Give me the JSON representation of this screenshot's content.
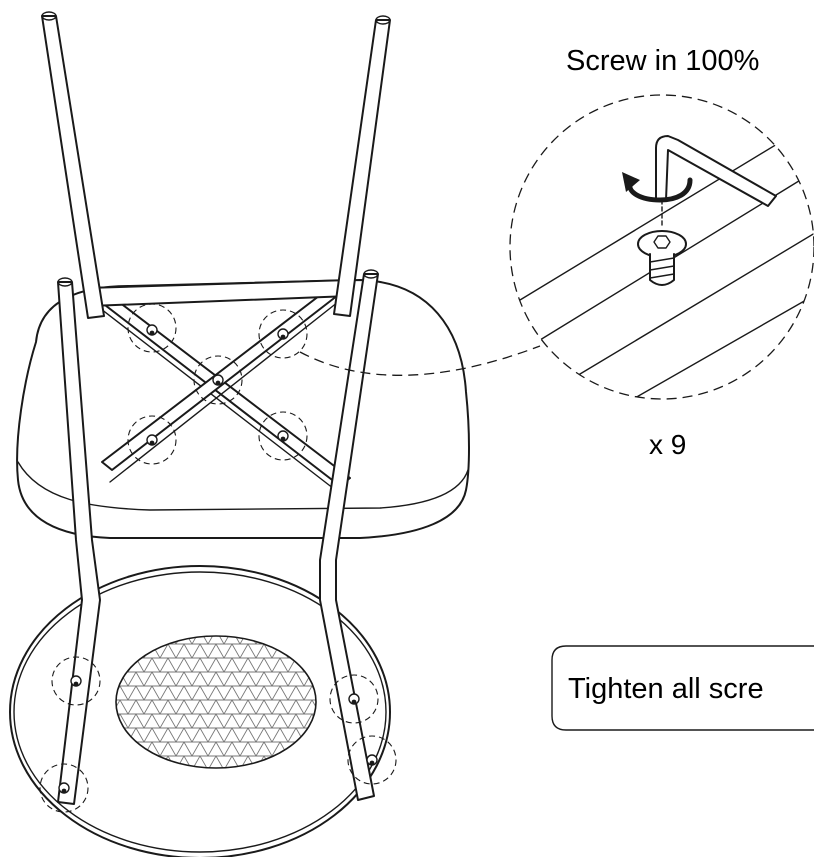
{
  "instruction": {
    "screw_in_text": "Screw in 100%",
    "quantity_text": "x 9",
    "tighten_text": "Tighten all scre"
  },
  "icons": {
    "hex_key": "allen-key-icon",
    "rotation": "clockwise-rotation-arrow-icon",
    "screw": "hex-socket-screw-icon",
    "cushion": "textured-seat-pad"
  },
  "colors": {
    "line": "#1a1a1a",
    "background": "#ffffff"
  }
}
